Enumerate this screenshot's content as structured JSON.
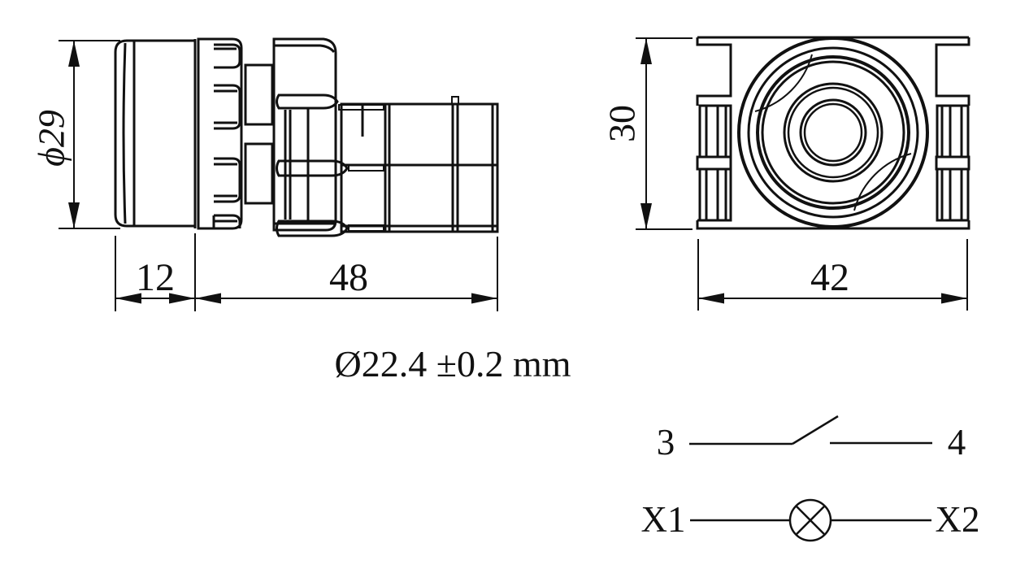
{
  "side_view": {
    "diameter_label": "ϕ29",
    "lens_width_label": "12",
    "body_length_label": "48"
  },
  "front_view": {
    "height_label": "30",
    "width_label": "42"
  },
  "note": {
    "button_diameter": "Ø22.4 ±0.2 mm"
  },
  "schematic": {
    "switch_terminal_left": "3",
    "switch_terminal_right": "4",
    "lamp_terminal_left": "X1",
    "lamp_terminal_right": "X2"
  },
  "colors": {
    "line": "#111111",
    "background": "#ffffff"
  }
}
